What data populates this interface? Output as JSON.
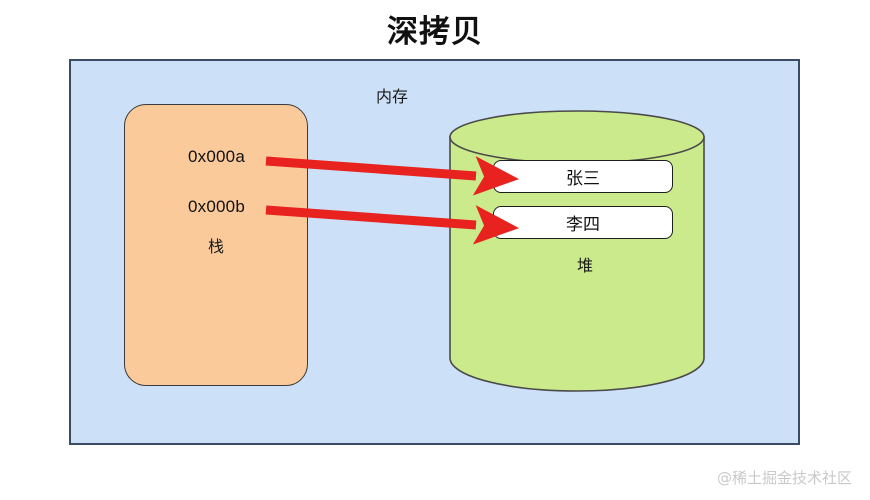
{
  "title": "深拷贝",
  "memory": {
    "label": "内存",
    "background_color": "#cce0f8",
    "border_color": "#3b4a66"
  },
  "stack": {
    "label": "栈",
    "background_color": "#fbca9b",
    "addresses": [
      {
        "text": "0x000a"
      },
      {
        "text": "0x000b"
      }
    ]
  },
  "heap": {
    "label": "堆",
    "background_color": "#cbea8c",
    "border_color": "#4a4a4a",
    "values": [
      {
        "text": "张三"
      },
      {
        "text": "李四"
      }
    ]
  },
  "arrows": {
    "color": "#e8231f",
    "count": 2
  },
  "watermark": "@稀土掘金技术社区"
}
